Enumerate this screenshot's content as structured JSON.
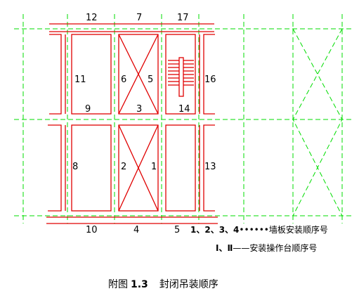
{
  "labels": {
    "top_12": "12",
    "top_7": "7",
    "top_17": "17",
    "p11": "11",
    "p9": "9",
    "p6": "6",
    "p5": "5",
    "p3": "3",
    "p14": "14",
    "p16": "16",
    "p8": "8",
    "p2": "2",
    "p1": "1",
    "p13": "13",
    "bot_10": "10",
    "bot_4": "4",
    "bot_5": "5"
  },
  "legend": {
    "line1_nums": "1、2、3、4",
    "line1_dots": "••••••",
    "line1_text": "墙板安装顺序号",
    "line2_nums": "Ⅰ、Ⅱ",
    "line2_dash": "——",
    "line2_text": "安装操作台顺序号"
  },
  "caption": {
    "prefix": "附图",
    "number": "1.3",
    "title": "封闭吊装顺序"
  },
  "colors": {
    "grid": "#00dd00",
    "wall": "#e00000"
  }
}
